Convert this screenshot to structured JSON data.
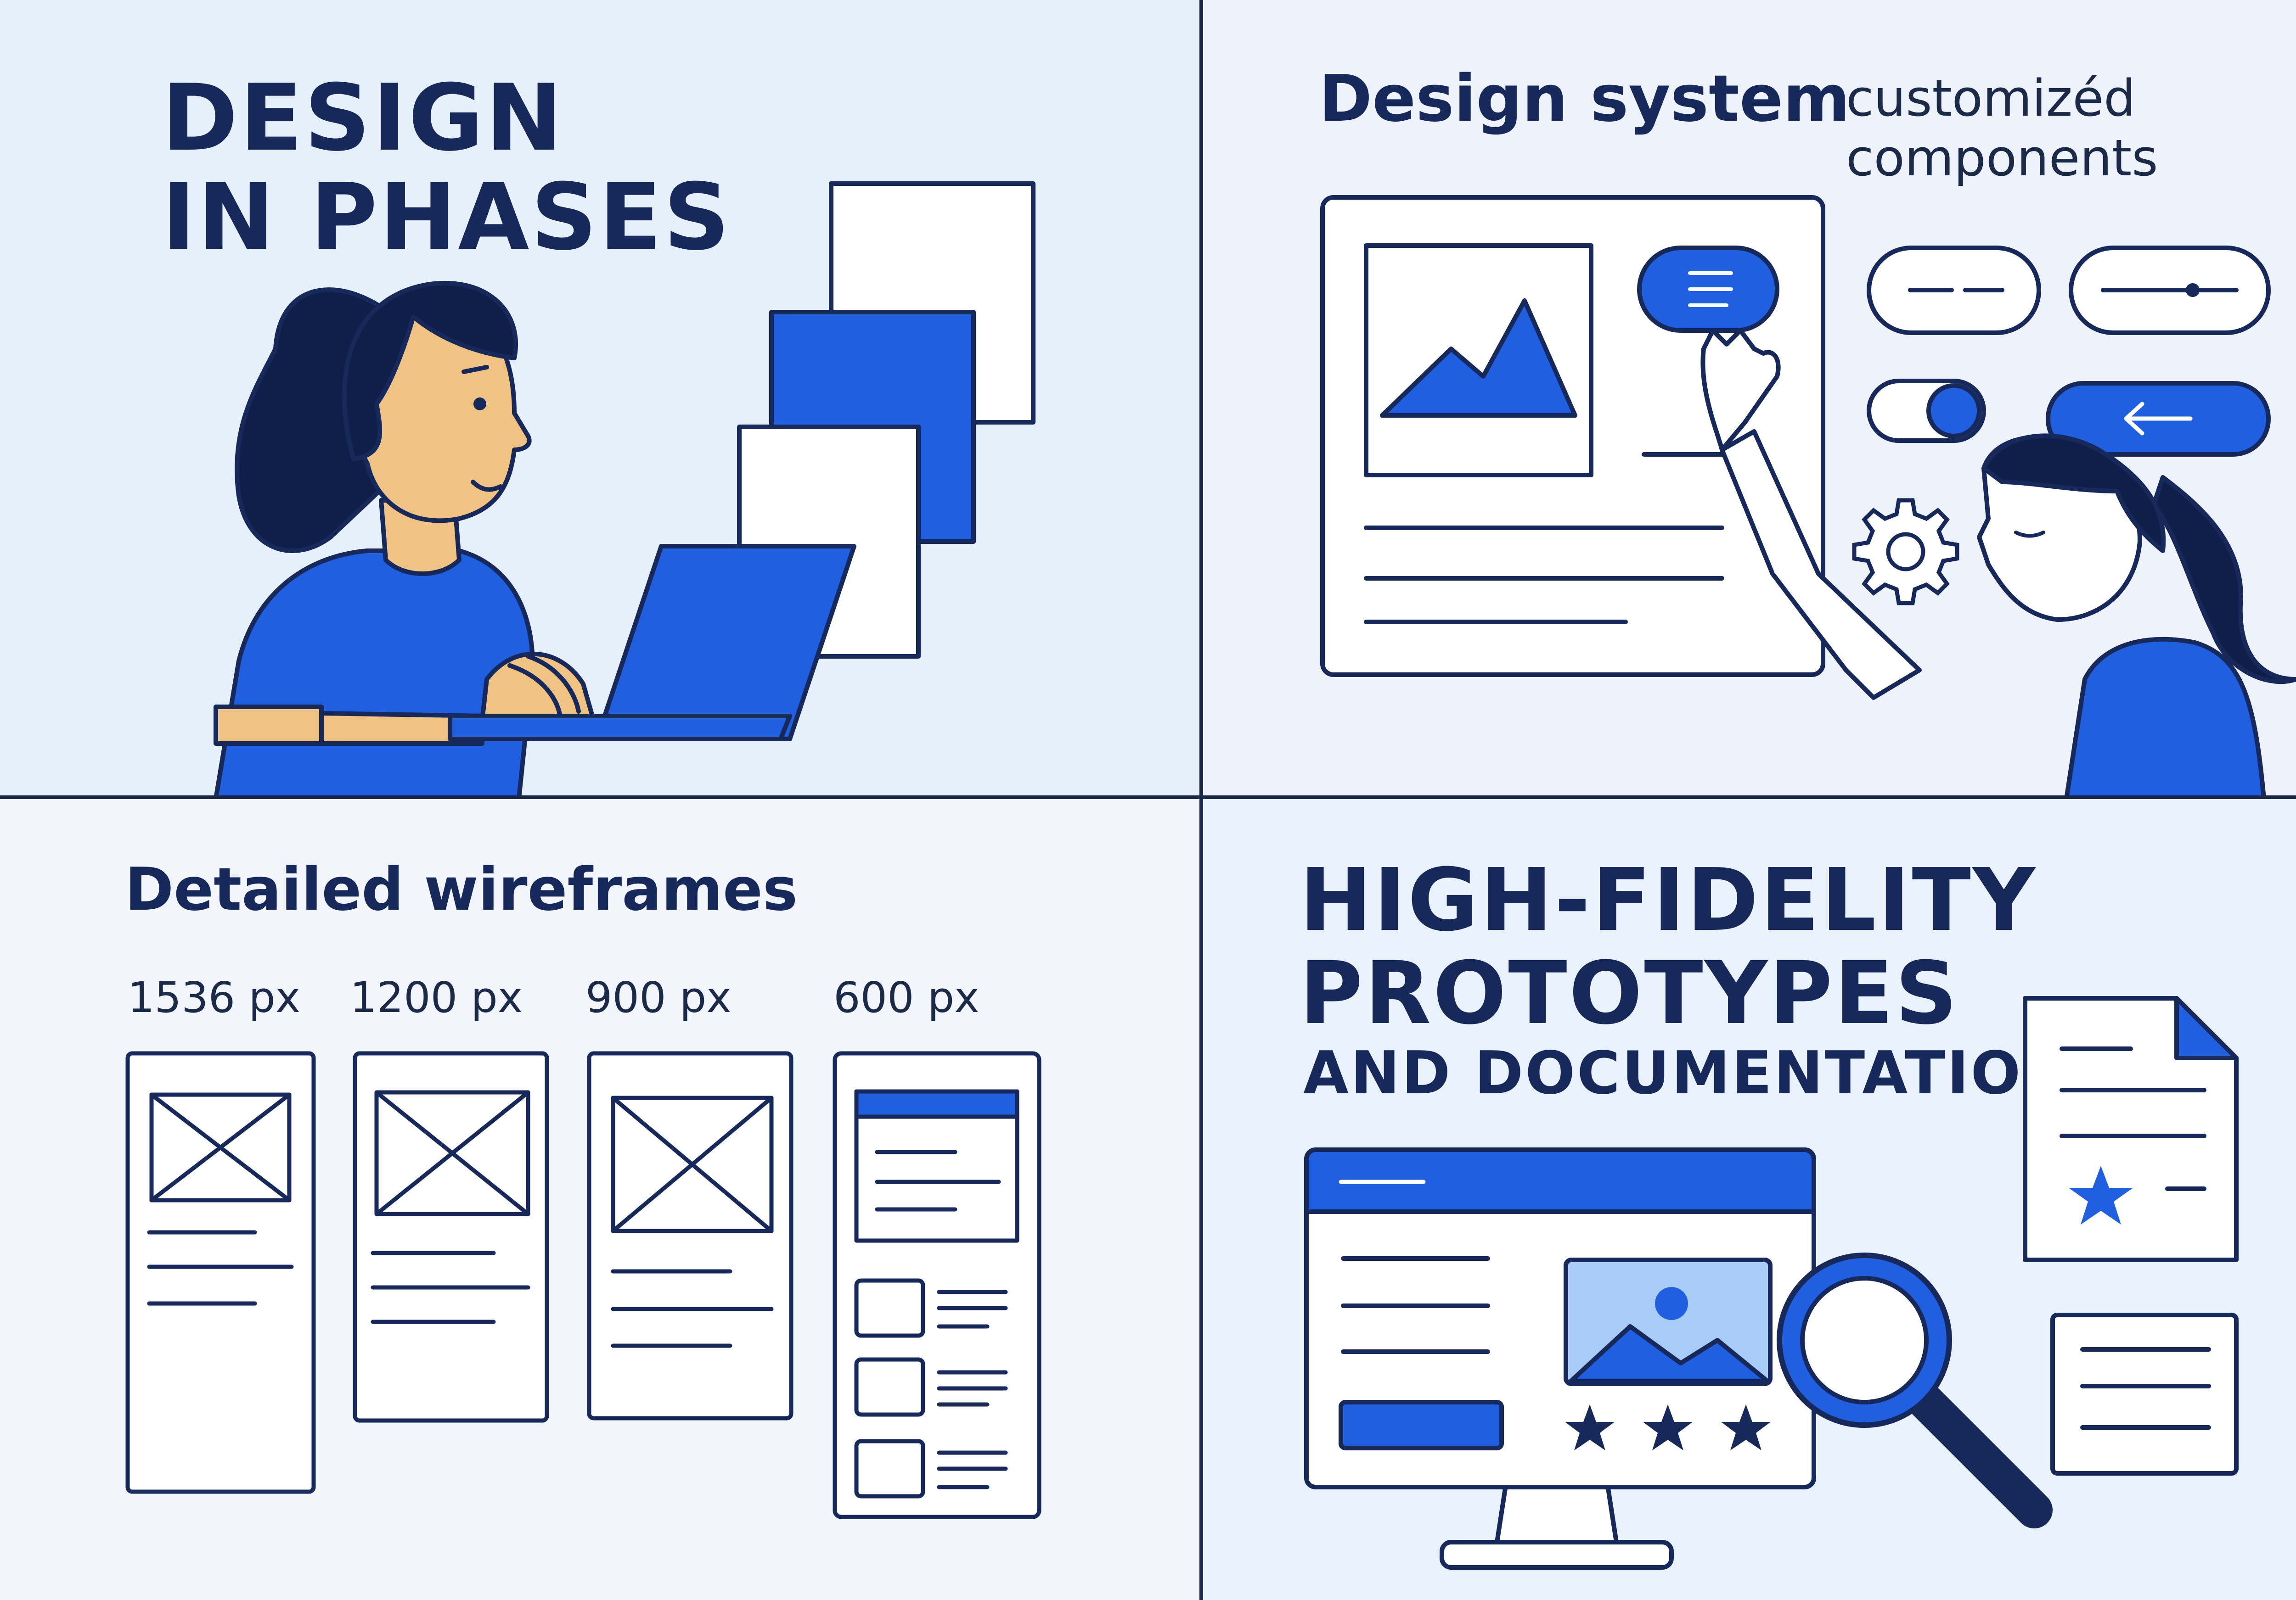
{
  "panel_1": {
    "title_lines": [
      "DESIGN",
      "IN PHASES"
    ]
  },
  "panel_2": {
    "title": "Design system",
    "subtitle_lines": [
      "customizéd",
      "components"
    ]
  },
  "panel_3": {
    "title": "Detailed wireframes",
    "breakpoints": [
      "1536 px",
      "1200 px",
      "900 px",
      "600 px"
    ]
  },
  "panel_4": {
    "title_lines": [
      "HIGH-FIDELITY",
      "PROTOTYPES"
    ],
    "subtitle": "AND DOCUMENTATION"
  },
  "colors": {
    "navy": "#17295a",
    "blue": "#1f5fe0",
    "light_blue": "#a9ccf6",
    "skin": "#f0c283",
    "white": "#ffffff"
  },
  "icons": [
    "person-laptop",
    "phase-stack",
    "gear-icon",
    "mountain-image-icon",
    "toggle",
    "arrow-left-icon",
    "wireframe-placeholder",
    "magnifier-icon",
    "star-icon",
    "document-icon",
    "monitor"
  ]
}
